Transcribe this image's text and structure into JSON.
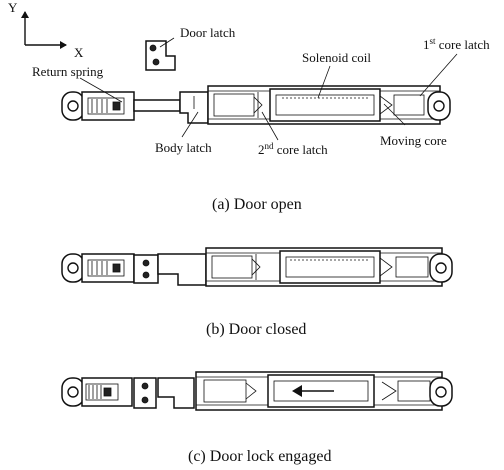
{
  "axes": {
    "y_label": "Y",
    "x_label": "X"
  },
  "labels": {
    "door_latch": "Door latch",
    "return_spring": "Return spring",
    "solenoid_coil": "Solenoid coil",
    "core_latch_1_num": "1",
    "core_latch_1_sup": "st",
    "core_latch_1_rest": " core latch",
    "body_latch": "Body latch",
    "core_latch_2_num": "2",
    "core_latch_2_sup": "nd",
    "core_latch_2_rest": " core latch",
    "moving_core": "Moving core"
  },
  "captions": {
    "a": "(a) Door open",
    "b": "(b) Door closed",
    "c": "(c) Door lock engaged"
  }
}
